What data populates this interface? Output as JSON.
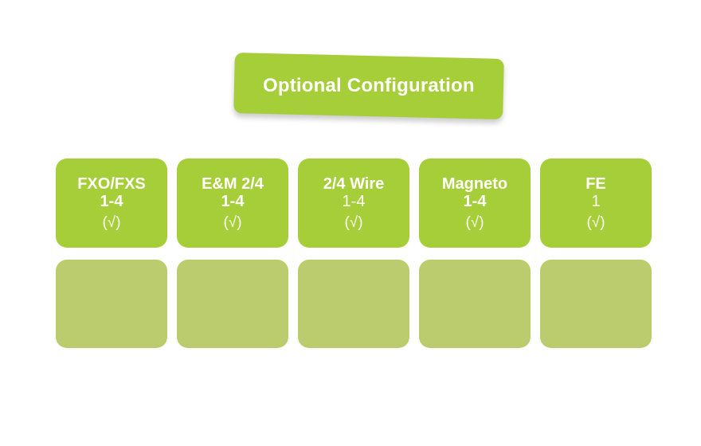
{
  "banner": {
    "label": "Optional Configuration",
    "color": "#A6CE39",
    "text_color": "#FFFFFF"
  },
  "palette": {
    "card_active": "#A6CE39",
    "card_muted": "#BACC6E",
    "background": "#FFFFFF",
    "label_text": "#FFFFFF"
  },
  "cards": {
    "top_row": [
      {
        "title": "FXO/FXS",
        "range": "1-4",
        "check": "(√)",
        "range_weight": "bold"
      },
      {
        "title": "E&M 2/4",
        "range": "1-4",
        "check": "(√)",
        "range_weight": "bold"
      },
      {
        "title": "2/4 Wire",
        "range": "1-4",
        "check": "(√)",
        "range_weight": "light"
      },
      {
        "title": "Magneto",
        "range": "1-4",
        "check": "(√)",
        "range_weight": "bold"
      },
      {
        "title": "FE",
        "range": "1",
        "check": "(√)",
        "range_weight": "light"
      }
    ],
    "bottom_row": [
      {
        "title": "",
        "range": "",
        "check": ""
      },
      {
        "title": "",
        "range": "",
        "check": ""
      },
      {
        "title": "",
        "range": "",
        "check": ""
      },
      {
        "title": "",
        "range": "",
        "check": ""
      },
      {
        "title": "",
        "range": "",
        "check": ""
      }
    ]
  }
}
